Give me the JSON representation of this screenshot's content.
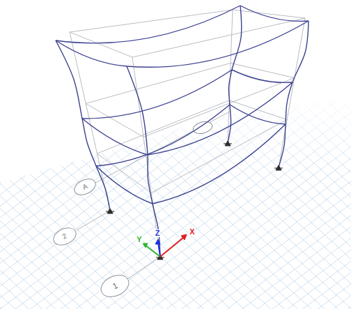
{
  "diagram": {
    "labels": [
      "A",
      "2",
      "1",
      "Y",
      "Z",
      "X"
    ]
  }
}
